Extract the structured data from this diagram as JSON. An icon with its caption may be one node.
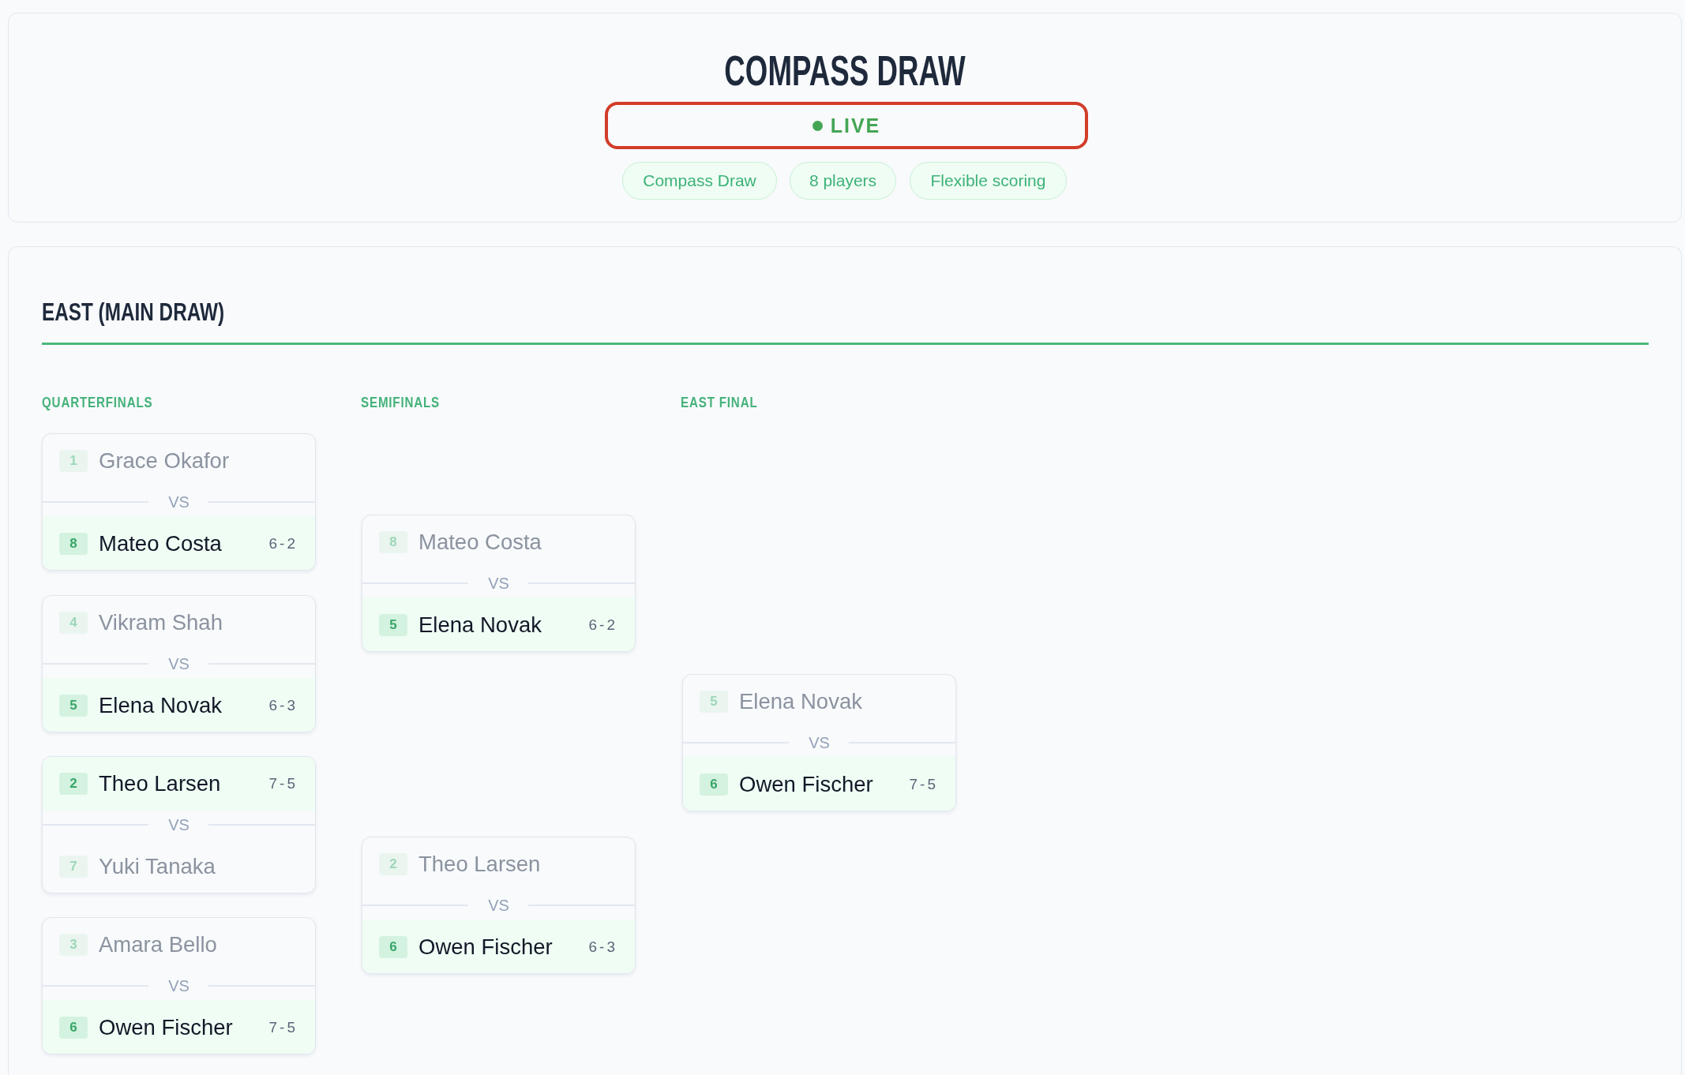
{
  "diagram": {
    "title": "COMPASS DRAW",
    "nodes": [
      {
        "text": [],
        "shape": "box"
      },
      {
        "text": [
          "LIVE"
        ],
        "in": 0
      },
      {
        "text": [
          "Compass Draw"
        ],
        "in": 0
      },
      {
        "text": [
          "8 players"
        ],
        "in": 0
      },
      {
        "text": [
          "Flexible scoring"
        ],
        "in": 0
      },
      {
        "text": [
          "EAST (MAIN DRAW)"
        ]
      },
      {
        "text": [
          "1",
          "Grace Okafor",
          "VS",
          "8",
          "Mateo Costa",
          "6-2"
        ],
        "in": 5
      },
      {
        "text": [
          "4",
          "Vikram Shah",
          "VS",
          "5",
          "Elena Novak",
          "6-3"
        ],
        "in": 5
      },
      {
        "text": [
          "2",
          "Theo Larsen",
          "7-5",
          "VS",
          "7",
          "Yuki Tanaka"
        ],
        "in": 5
      },
      {
        "text": [
          "3",
          "Amara Bello",
          "VS",
          "6",
          "Owen Fischer",
          "7-5"
        ],
        "in": 5
      },
      {
        "text": [
          "8",
          "Mateo Costa",
          "VS",
          "5",
          "Elena Novak",
          "6-2"
        ],
        "in": 5
      },
      {
        "text": [
          "2",
          "Theo Larsen",
          "VS",
          "6",
          "Owen Fischer",
          "6-3"
        ],
        "in": 5
      },
      {
        "text": [
          "5",
          "Elena Novak",
          "VS",
          "6",
          "Owen Fischer",
          "7-5"
        ],
        "in": 5
      }
    ],
    "labels": [
      "QUARTERFINALS",
      "SEMIFINALS",
      "EAST FINAL"
    ]
  }
}
